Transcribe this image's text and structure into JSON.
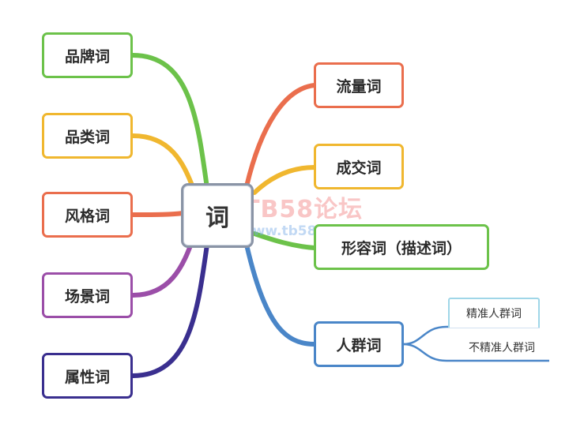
{
  "center": {
    "label": "词"
  },
  "left_nodes": [
    {
      "label": "品牌词",
      "color": "#6cc24a"
    },
    {
      "label": "品类词",
      "color": "#f0b72f"
    },
    {
      "label": "风格词",
      "color": "#ea6e4d"
    },
    {
      "label": "场景词",
      "color": "#9b4ea8"
    },
    {
      "label": "属性词",
      "color": "#3a2f8f"
    }
  ],
  "right_nodes": [
    {
      "label": "流量词",
      "color": "#ea6e4d"
    },
    {
      "label": "成交词",
      "color": "#f0b72f"
    },
    {
      "label": "形容词（描述词）",
      "color": "#6cc24a"
    },
    {
      "label": "人群词",
      "color": "#4a86c8"
    }
  ],
  "crowd_sub": [
    {
      "label": "精准人群词"
    },
    {
      "label": "不精准人群词"
    }
  ],
  "watermark": {
    "title": "TB58论坛",
    "url": "www.tb58.net"
  }
}
